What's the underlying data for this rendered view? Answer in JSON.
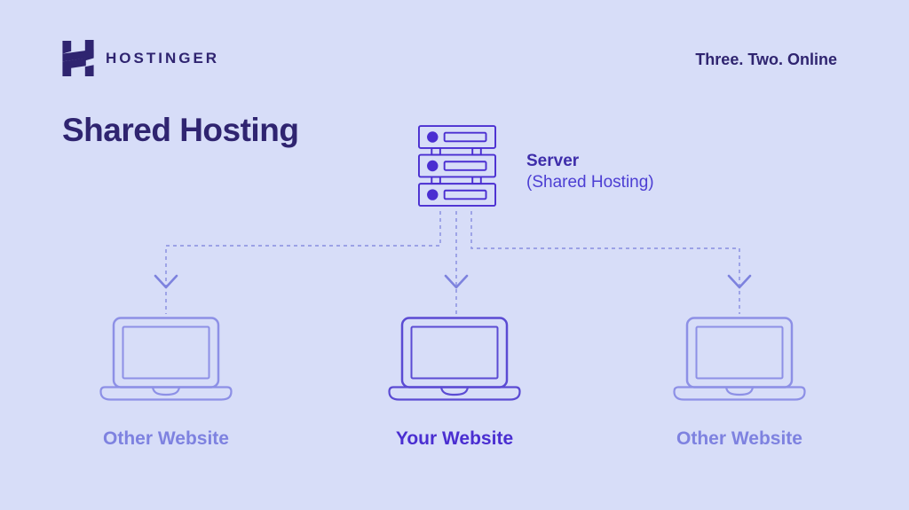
{
  "header": {
    "brand_name": "HOSTINGER",
    "tagline": "Three. Two. Online"
  },
  "page_title": "Shared Hosting",
  "diagram": {
    "server": {
      "icon": "server-rack-icon",
      "label": "Server",
      "sublabel": "(Shared Hosting)"
    },
    "clients": [
      {
        "label": "Other Website",
        "emphasis": "muted"
      },
      {
        "label": "Your Website",
        "emphasis": "highlight"
      },
      {
        "label": "Other Website",
        "emphasis": "muted"
      }
    ]
  },
  "colors": {
    "bg": "#d7ddf8",
    "navy": "#2f2470",
    "accent": "#4a2ed1",
    "indigo": "#3e2daa",
    "violet": "#4c3ed3",
    "laptop-center": "#5b4bd3",
    "laptop-side": "#8d90e6",
    "label-muted": "#7e82e0",
    "dash": "#949ae4",
    "arrow": "#7d82de"
  }
}
